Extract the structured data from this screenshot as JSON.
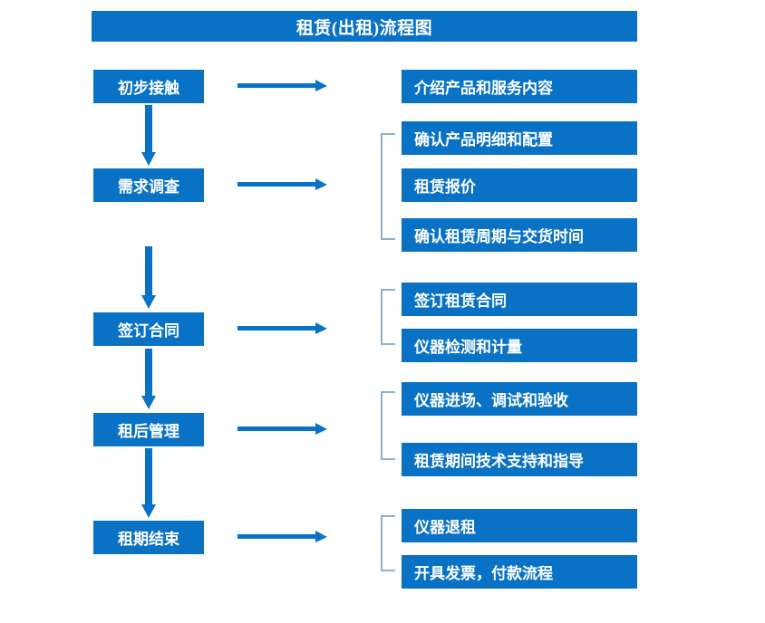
{
  "title": "租赁(出租)流程图",
  "colors": {
    "box_fill": "#0A72C4",
    "box_text": "#FFFFFF",
    "arrow": "#0A72C4",
    "bracket": "#8FAFCB",
    "background": "#FFFFFF"
  },
  "stages": [
    {
      "label": "初步接触"
    },
    {
      "label": "需求调查"
    },
    {
      "label": "签订合同"
    },
    {
      "label": "租后管理"
    },
    {
      "label": "租期结束"
    }
  ],
  "details": [
    {
      "label": "介绍产品和服务内容"
    },
    {
      "label": "确认产品明细和配置"
    },
    {
      "label": "租赁报价"
    },
    {
      "label": "确认租赁周期与交货时间"
    },
    {
      "label": "签订租赁合同"
    },
    {
      "label": "仪器检测和计量"
    },
    {
      "label": "仪器进场、调试和验收"
    },
    {
      "label": "租赁期间技术支持和指导"
    },
    {
      "label": "仪器退租"
    },
    {
      "label": "开具发票，付款流程"
    }
  ],
  "connectors": {
    "horizontal_arrow_count": 5,
    "vertical_arrow_count": 4,
    "bracket_count": 4
  }
}
